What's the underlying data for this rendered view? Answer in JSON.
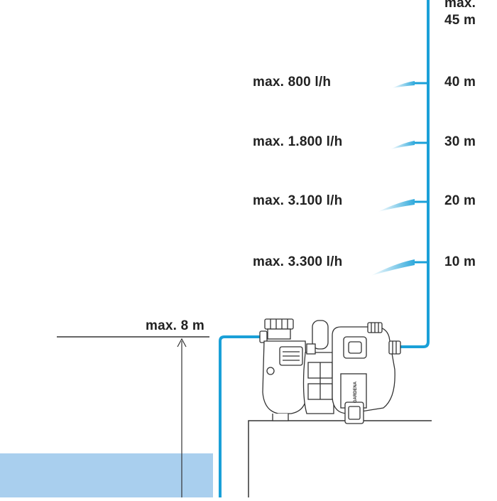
{
  "diagram": {
    "max_height_label_line1": "max.",
    "max_height_label_line2": "45 m",
    "suction_label": "max. 8 m",
    "levels": [
      {
        "height_label": "40 m",
        "flow_label": "max. 800 l/h"
      },
      {
        "height_label": "30 m",
        "flow_label": "max. 1.800 l/h"
      },
      {
        "height_label": "20 m",
        "flow_label": "max. 3.100 l/h"
      },
      {
        "height_label": "10 m",
        "flow_label": "max. 3.300 l/h"
      }
    ],
    "pump_brand": "GARDENA",
    "colors": {
      "pipe": "#1aa0d8",
      "water": "#a9cfee",
      "spray": "#8fc6ea",
      "outline": "#333333",
      "text": "#222222"
    }
  }
}
